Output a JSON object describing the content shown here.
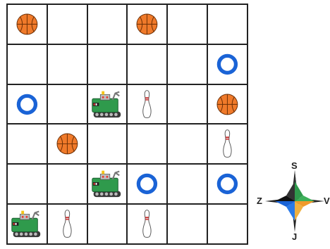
{
  "grid": {
    "rows": 6,
    "cols": 6,
    "pieces": [
      {
        "row": 0,
        "col": 0,
        "type": "basketball"
      },
      {
        "row": 0,
        "col": 3,
        "type": "basketball"
      },
      {
        "row": 1,
        "col": 5,
        "type": "ring"
      },
      {
        "row": 2,
        "col": 0,
        "type": "ring"
      },
      {
        "row": 2,
        "col": 2,
        "type": "robot"
      },
      {
        "row": 2,
        "col": 3,
        "type": "bowling-pin"
      },
      {
        "row": 2,
        "col": 5,
        "type": "basketball"
      },
      {
        "row": 3,
        "col": 1,
        "type": "basketball"
      },
      {
        "row": 3,
        "col": 5,
        "type": "bowling-pin"
      },
      {
        "row": 4,
        "col": 2,
        "type": "robot"
      },
      {
        "row": 4,
        "col": 3,
        "type": "ring"
      },
      {
        "row": 4,
        "col": 5,
        "type": "ring"
      },
      {
        "row": 5,
        "col": 0,
        "type": "robot"
      },
      {
        "row": 5,
        "col": 1,
        "type": "bowling-pin"
      },
      {
        "row": 5,
        "col": 3,
        "type": "bowling-pin"
      }
    ]
  },
  "compass": {
    "north": "S",
    "south": "J",
    "east": "V",
    "west": "Z"
  },
  "colors": {
    "ring": "#1a63d6",
    "basketball": "#f07a2a",
    "robot_body": "#2f9a4c",
    "compass_green": "#2f9a4c",
    "compass_orange": "#f09a2a",
    "compass_blue": "#1a63d6",
    "compass_dark": "#222222"
  }
}
